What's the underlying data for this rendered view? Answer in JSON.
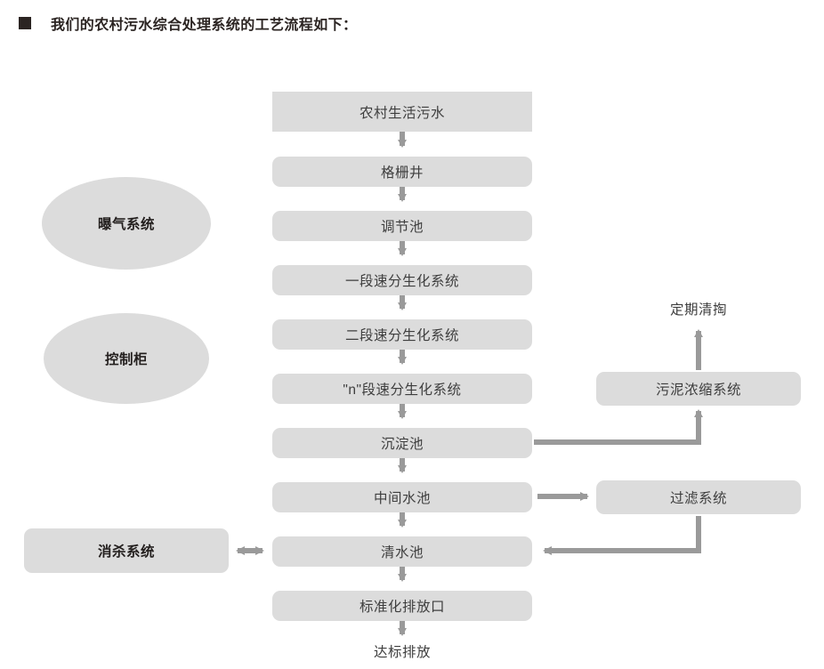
{
  "header": {
    "bullet_icon": "filled-square-bullet",
    "title": "我们的农村污水综合处理系统的工艺流程如下："
  },
  "diagram": {
    "accent_color": "#dcdcdc",
    "connector_color": "#9a9a9a",
    "text_color": "#3e3e3e",
    "emphasis_text_color": "#231f1e",
    "main_flow": [
      {
        "id": "inflow",
        "label": "农村生活污水",
        "shape": "rect"
      },
      {
        "id": "grit-well",
        "label": "格栅井",
        "shape": "rounded-rect"
      },
      {
        "id": "equal-tank",
        "label": "调节池",
        "shape": "rounded-rect"
      },
      {
        "id": "bio-stage-1",
        "label": "一段速分生化系统",
        "shape": "rounded-rect"
      },
      {
        "id": "bio-stage-2",
        "label": "二段速分生化系统",
        "shape": "rounded-rect"
      },
      {
        "id": "bio-stage-n",
        "label": "\"n\"段速分生化系统",
        "shape": "rounded-rect"
      },
      {
        "id": "sed-tank",
        "label": "沉淀池",
        "shape": "rounded-rect"
      },
      {
        "id": "mid-tank",
        "label": "中间水池",
        "shape": "rounded-rect"
      },
      {
        "id": "clear-tank",
        "label": "清水池",
        "shape": "rounded-rect"
      },
      {
        "id": "outlet",
        "label": "标准化排放口",
        "shape": "rounded-rect"
      }
    ],
    "terminal_label": "达标排放",
    "side_units": [
      {
        "id": "aeration",
        "label": "曝气系统",
        "shape": "ellipse"
      },
      {
        "id": "control-box",
        "label": "控制柜",
        "shape": "ellipse"
      },
      {
        "id": "disinfect",
        "label": "消杀系统",
        "shape": "rounded-rect"
      }
    ],
    "branch_units": [
      {
        "id": "sludge-thickener",
        "label": "污泥浓缩系统",
        "shape": "rounded-rect"
      },
      {
        "id": "filter-system",
        "label": "过滤系统",
        "shape": "rounded-rect"
      }
    ],
    "branch_terminal_label": "定期清掏"
  }
}
